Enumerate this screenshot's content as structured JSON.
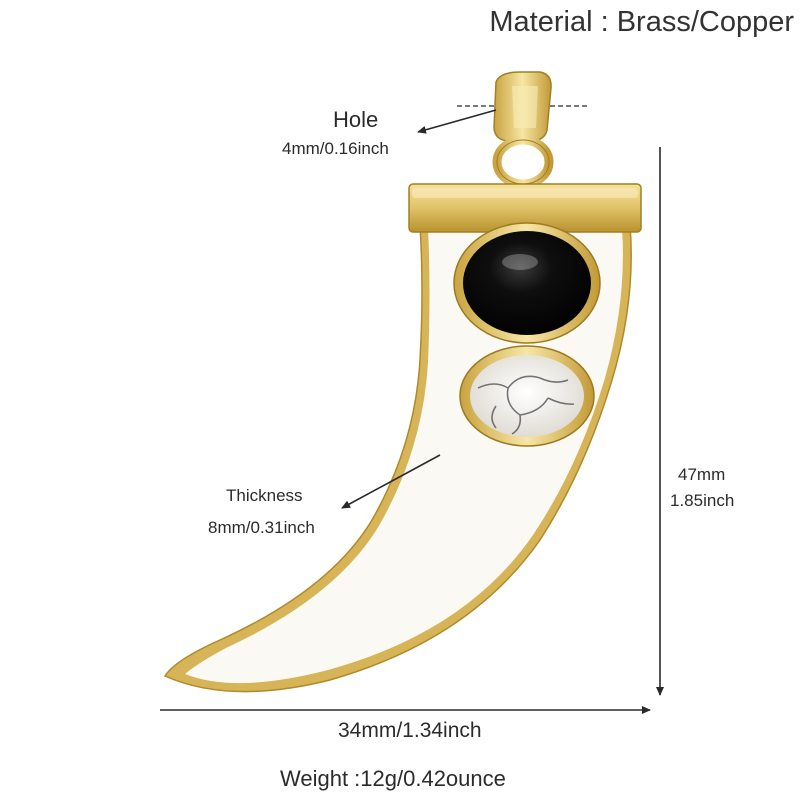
{
  "material": "Material : Brass/Copper",
  "hole": {
    "title": "Hole",
    "size": "4mm/0.16inch"
  },
  "thickness": {
    "title": "Thickness",
    "size": "8mm/0.31inch"
  },
  "height": {
    "mm": "47mm",
    "inch": "1.85inch"
  },
  "width": "34mm/1.34inch",
  "weight": "Weight :12g/0.42ounce",
  "colors": {
    "gold": "#e2c56a",
    "enamel": "#fbf9f4",
    "onyx": "#0b0b0b",
    "howlite": "#ece9e2",
    "arrow": "#2a2a2a"
  },
  "icons": [
    "pendant-image",
    "black-onyx-stone",
    "white-howlite-stone"
  ]
}
